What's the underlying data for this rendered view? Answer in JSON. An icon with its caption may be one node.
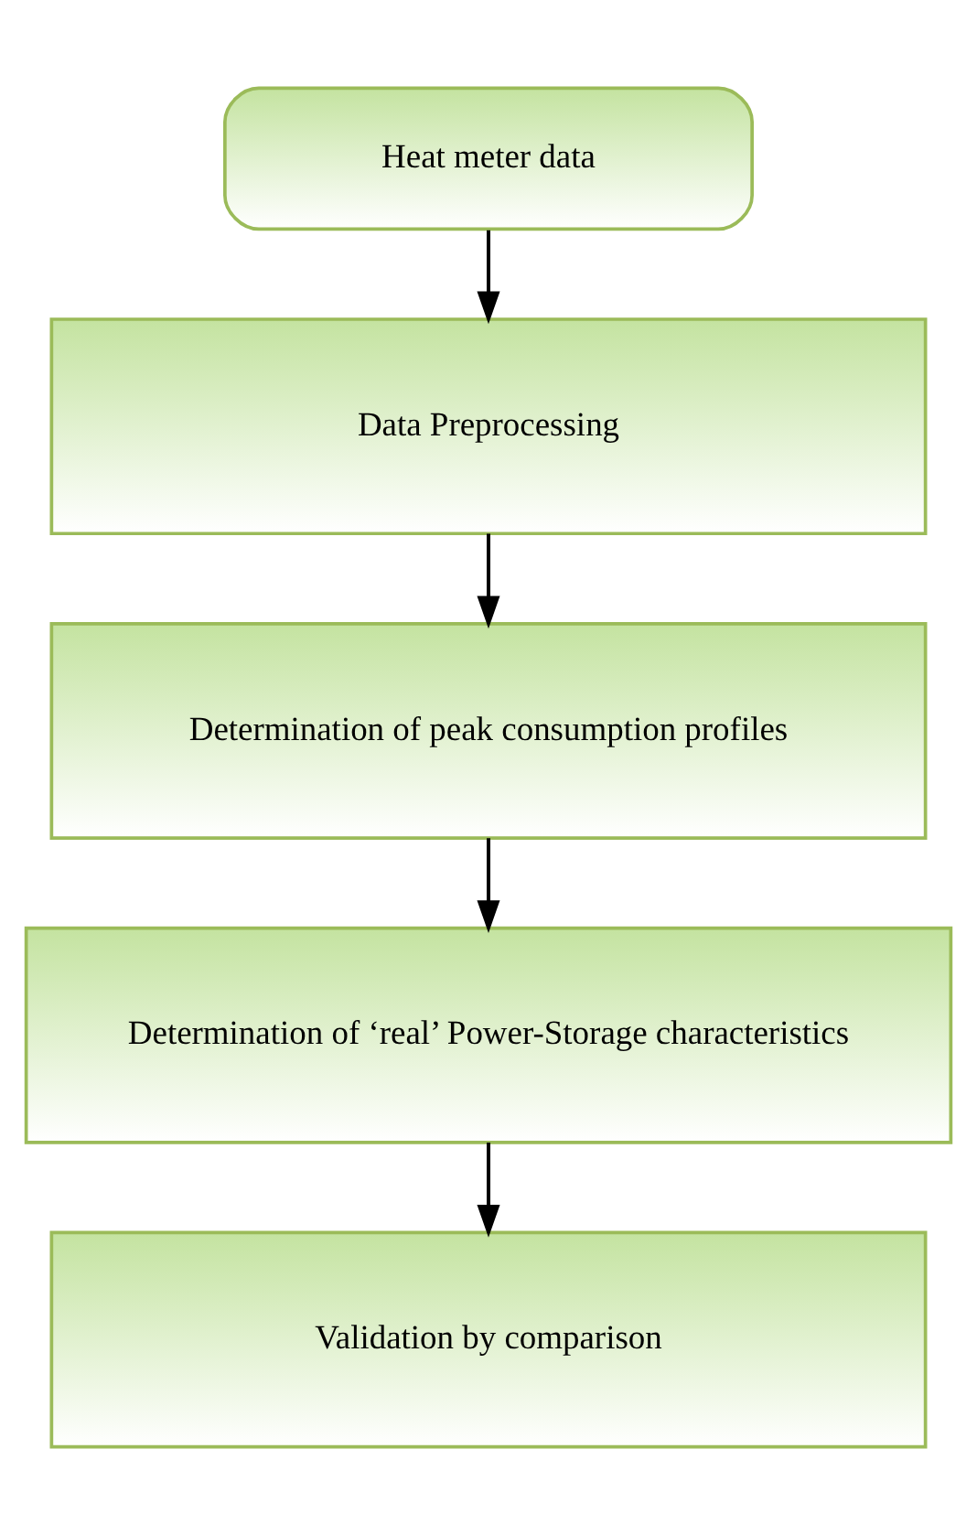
{
  "diagram": {
    "nodes": [
      {
        "text": [
          "Heat meter data"
        ]
      },
      {
        "text": [
          "Data Preprocessing"
        ]
      },
      {
        "text": [
          "Determination of peak consumption profiles"
        ]
      },
      {
        "text": [
          "Determination of ‘real’ Power-Storage characteristics"
        ]
      },
      {
        "text": [
          "Validation by comparison"
        ]
      }
    ],
    "edges": [
      {
        "from": 0,
        "to": 1,
        "arrow": "to"
      },
      {
        "from": 1,
        "to": 2,
        "arrow": "to"
      },
      {
        "from": 2,
        "to": 3,
        "arrow": "to"
      },
      {
        "from": 3,
        "to": 4,
        "arrow": "to"
      }
    ]
  }
}
